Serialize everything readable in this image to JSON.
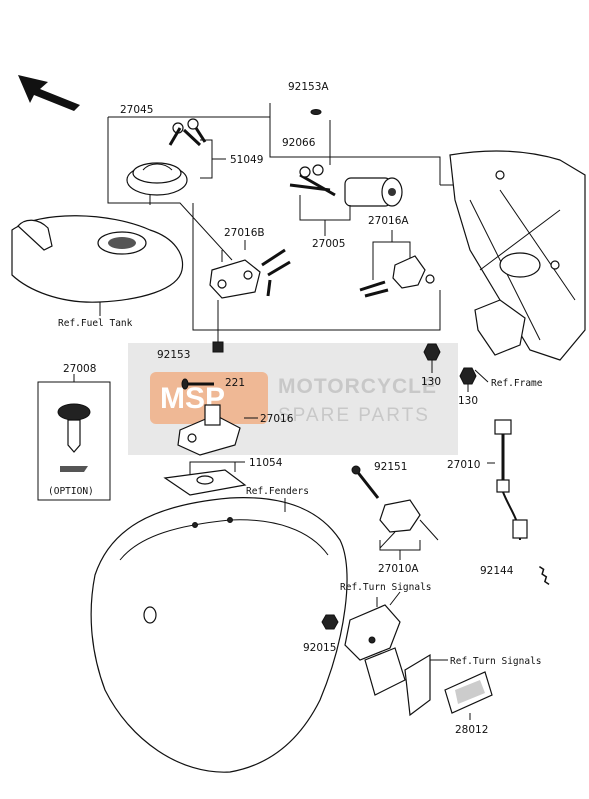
{
  "watermark": {
    "line1": "MOTORCYCLE",
    "line2": "SPARE PARTS",
    "logo_text": "MSP"
  },
  "parts": {
    "p27045": "27045",
    "p92153A": "92153A",
    "p92066": "92066",
    "p51049": "51049",
    "p27016B": "27016B",
    "p27005": "27005",
    "p27016A": "27016A",
    "p92153": "92153",
    "p130a": "130",
    "p130b": "130",
    "p27008": "27008",
    "p221": "221",
    "p27016": "27016",
    "p11054": "11054",
    "p92151": "92151",
    "p27010": "27010",
    "p27010A": "27010A",
    "p92144": "92144",
    "p92015": "92015",
    "p28012": "28012"
  },
  "refs": {
    "fuel_tank": "Ref.Fuel Tank",
    "frame": "Ref.Frame",
    "fenders": "Ref.Fenders",
    "turn_signals_1": "Ref.Turn Signals",
    "turn_signals_2": "Ref.Turn Signals"
  },
  "option_label": "(OPTION)",
  "icons": {
    "front_direction": "arrow-front-icon"
  }
}
